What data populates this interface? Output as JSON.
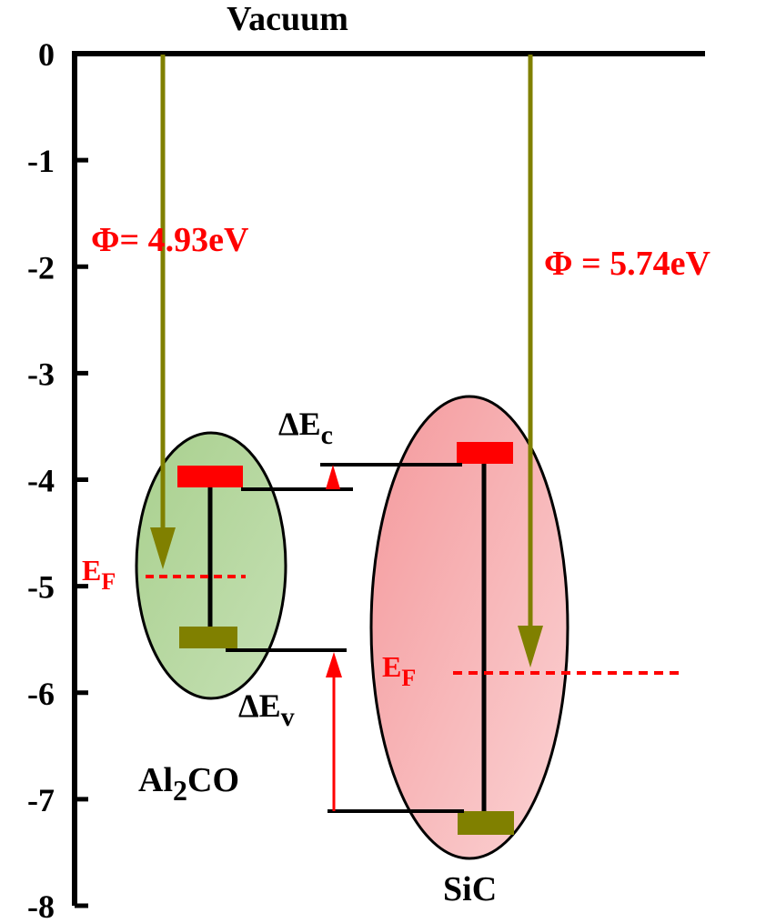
{
  "title": "Vacuum",
  "axis": {
    "ticks": [
      "0",
      "-1",
      "-2",
      "-3",
      "-4",
      "-5",
      "-6",
      "-7",
      "-8"
    ],
    "range": [
      -8,
      0
    ]
  },
  "materials": [
    {
      "id": "al2co",
      "label_main": "Al",
      "label_sub": "2",
      "label_tail": "CO",
      "work_function_label": "Φ= 4.93eV",
      "work_function": 4.93,
      "fermi_label": "E",
      "fermi_sub": "F",
      "cbm": -3.95,
      "vbm": -5.5,
      "fermi": -4.93,
      "color": "#a9d08e"
    },
    {
      "id": "sic",
      "label_main": "SiC",
      "work_function_label": "Φ = 5.74eV",
      "work_function": 5.74,
      "fermi_label": "E",
      "fermi_sub": "F",
      "cbm": -3.75,
      "vbm": -7.2,
      "fermi": -5.74,
      "color": "#f4999c"
    }
  ],
  "offsets": {
    "conduction_label": "ΔE",
    "conduction_sub": "c",
    "valence_label": "ΔE",
    "valence_sub": "v"
  },
  "colors": {
    "arrow": "#808000",
    "band_cbm": "#ff0000",
    "band_vbm": "#808000",
    "fermi": "#ff0000",
    "label_red": "#ff0000",
    "axis": "#000000"
  }
}
